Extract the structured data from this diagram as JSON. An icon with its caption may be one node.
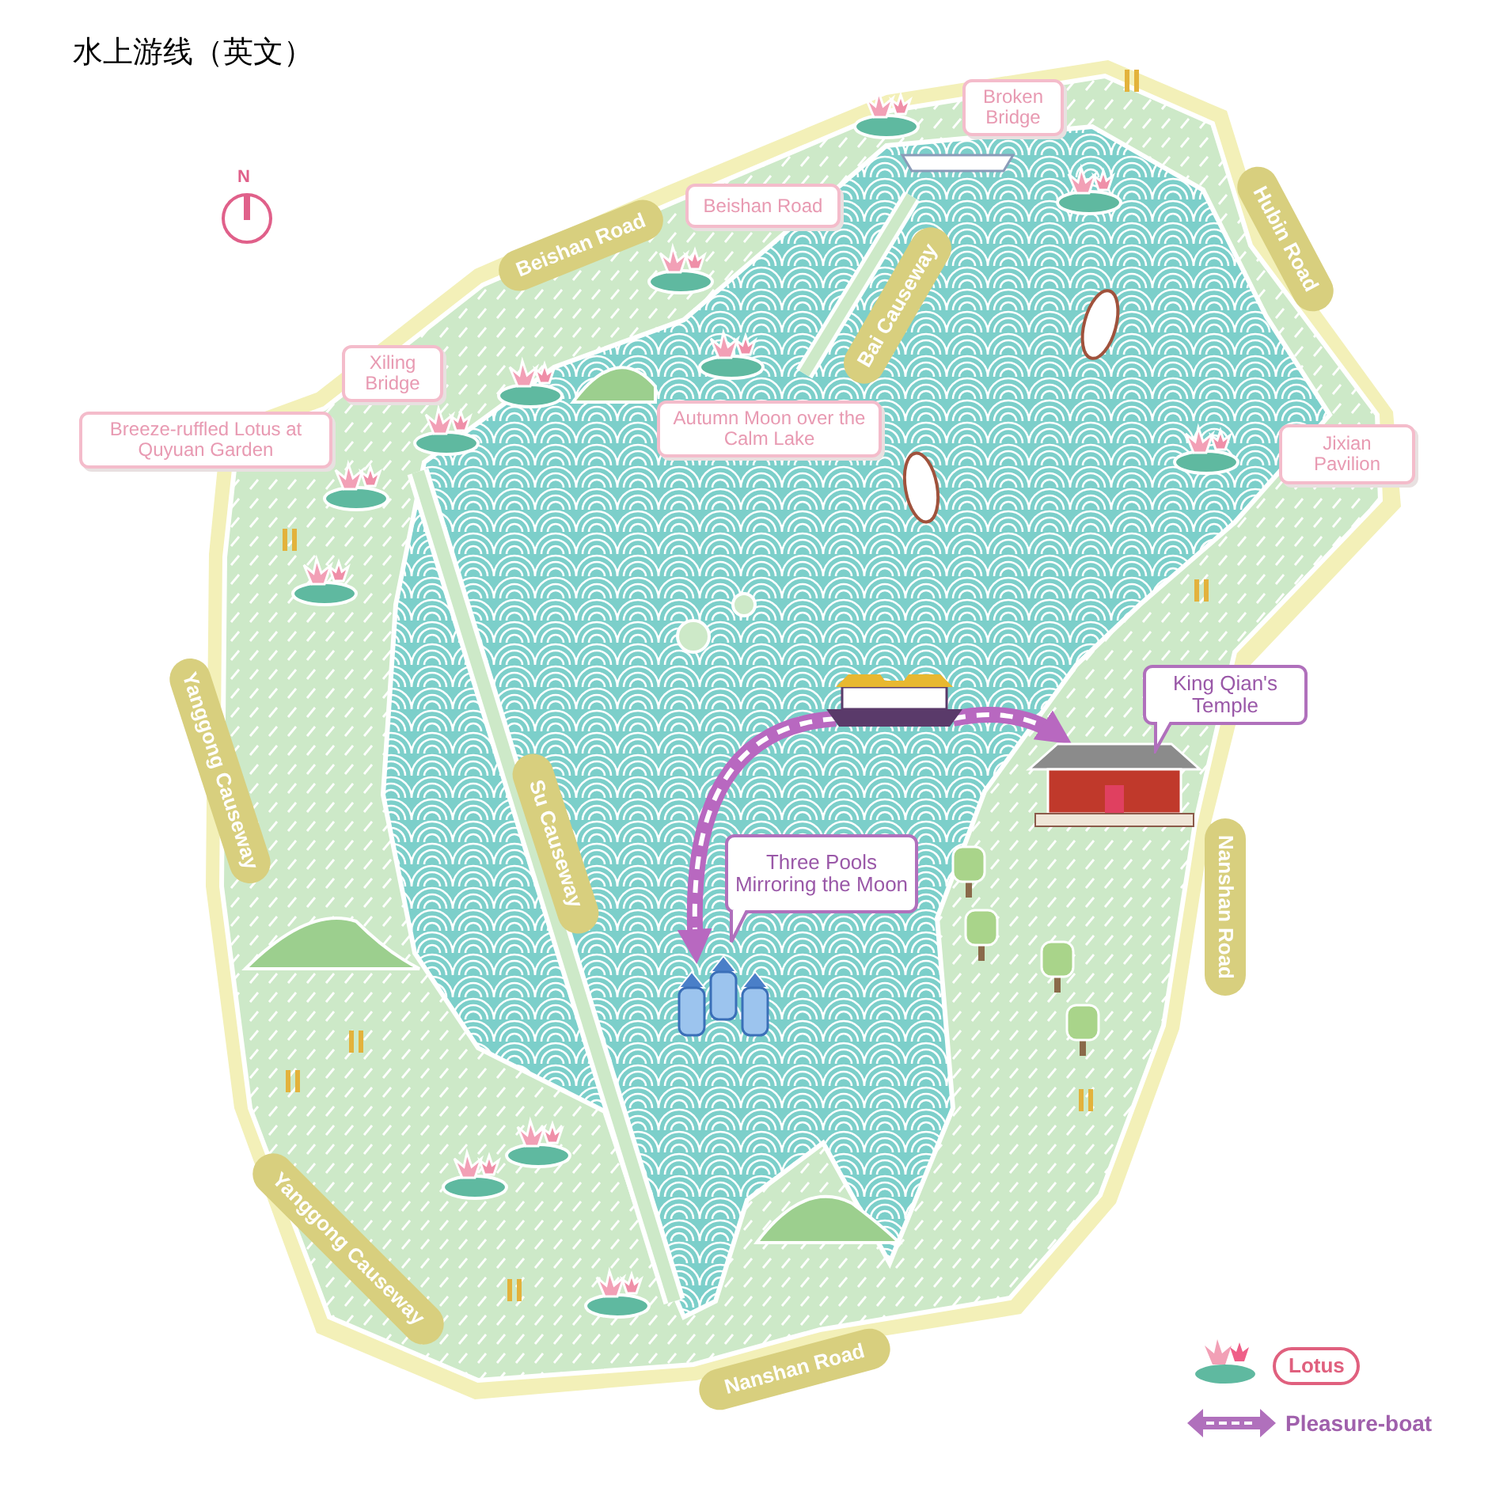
{
  "diagram": {
    "title": "水上游线（英文）",
    "nodes": [
      {
        "text": [
          "Broken Bridge"
        ]
      },
      {
        "text": [
          "Beishan Road"
        ]
      },
      {
        "text": [
          "Xiling Bridge"
        ]
      },
      {
        "text": [
          "Breeze-ruffled Lotus at Quyuan Garden"
        ]
      },
      {
        "text": [
          "Autumn Moon over the Calm Lake"
        ]
      },
      {
        "text": [
          "Jixian Pavilion"
        ]
      },
      {
        "text": [
          "King Qian's Temple"
        ]
      },
      {
        "text": [
          "Three Pools Mirroring the Moon"
        ]
      },
      {
        "text": [
          "Beishan Road"
        ]
      },
      {
        "text": [
          "Bai Causeway"
        ]
      },
      {
        "text": [
          "Hubin Road"
        ]
      },
      {
        "text": [
          "Yanggong Causeway"
        ]
      },
      {
        "text": [
          "Su Causeway"
        ]
      },
      {
        "text": [
          "Nanshan Road"
        ]
      },
      {
        "text": [
          "Yanggong Causeway"
        ]
      },
      {
        "text": [
          "Nanshan Road"
        ]
      },
      {
        "text": [],
        "shape": "picture"
      },
      {
        "text": [],
        "shape": "picture"
      },
      {
        "text": [],
        "shape": "picture"
      }
    ],
    "edges": [
      {
        "from": 16,
        "to": 17,
        "arrow": "to",
        "style": "dashed"
      },
      {
        "from": 16,
        "to": 18,
        "arrow": "to",
        "style": "dashed"
      }
    ],
    "labels": [
      "N"
    ],
    "legend": [
      {
        "text": "Lotus"
      },
      {
        "text": "Pleasure-boat"
      }
    ]
  }
}
